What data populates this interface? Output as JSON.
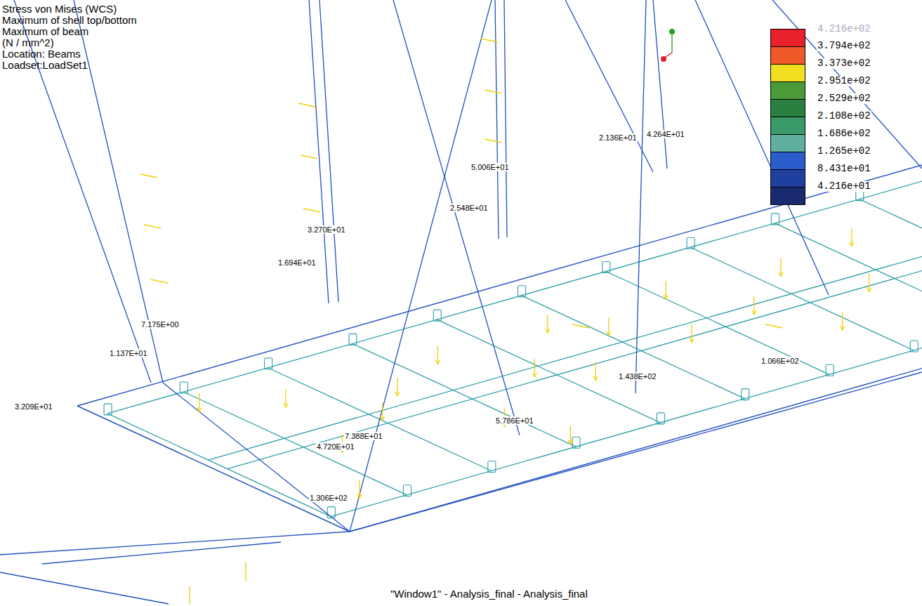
{
  "diagram": {
    "title": "Stress von Mises (WCS)",
    "caption": "\"Window1\" - Analysis_final - Analysis_final",
    "labels": [
      "Maximum of shell top/bottom",
      "Maximum of beam",
      "(N / mm^2)",
      "Location: Beams",
      "Loadset:LoadSet1",
      "4.216e+02",
      "2.136E+01",
      "4.264E+01",
      "5.006E+01",
      "2.548E+01",
      "3.270E+01",
      "1.694E+01",
      "7.175E+00",
      "1.137E+01",
      "3.209E+01",
      "7.388E+01",
      "4.720E+01",
      "1.306E+02",
      "5.786E+01",
      "1.438E+02",
      "1.066E+02"
    ],
    "legend": [
      {
        "text": "3.794e+02",
        "color": "#e8202a"
      },
      {
        "text": "3.373e+02",
        "color": "#f05a28"
      },
      {
        "text": "2.951e+02",
        "color": "#f0e020"
      },
      {
        "text": "2.529e+02",
        "color": "#4a9a3a"
      },
      {
        "text": "2.108e+02",
        "color": "#2a8040"
      },
      {
        "text": "1.686e+02",
        "color": "#3a9a6a"
      },
      {
        "text": "1.265e+02",
        "color": "#60b0a0"
      },
      {
        "text": "8.431e+01",
        "color": "#2a5ccc"
      },
      {
        "text": "4.216e+01",
        "color": "#2040a0"
      }
    ]
  }
}
